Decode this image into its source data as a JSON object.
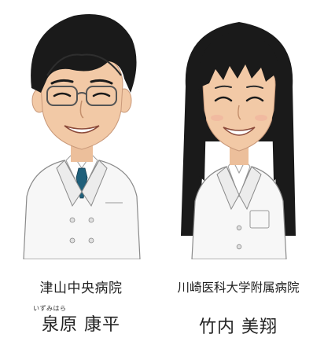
{
  "people": [
    {
      "hospital": "津山中央病院",
      "name_reading": "いずみはら",
      "name": "泉原 康平",
      "portrait": "male-doctor-caricature"
    },
    {
      "hospital": "川崎医科大学附属病院",
      "name": "竹内 美翔",
      "portrait": "female-doctor-caricature"
    }
  ],
  "colors": {
    "coat": "#f7f7f7",
    "hair": "#1a1a1a",
    "skin": "#f2c9a6",
    "tie": "#1f5f7a",
    "text": "#222222"
  }
}
